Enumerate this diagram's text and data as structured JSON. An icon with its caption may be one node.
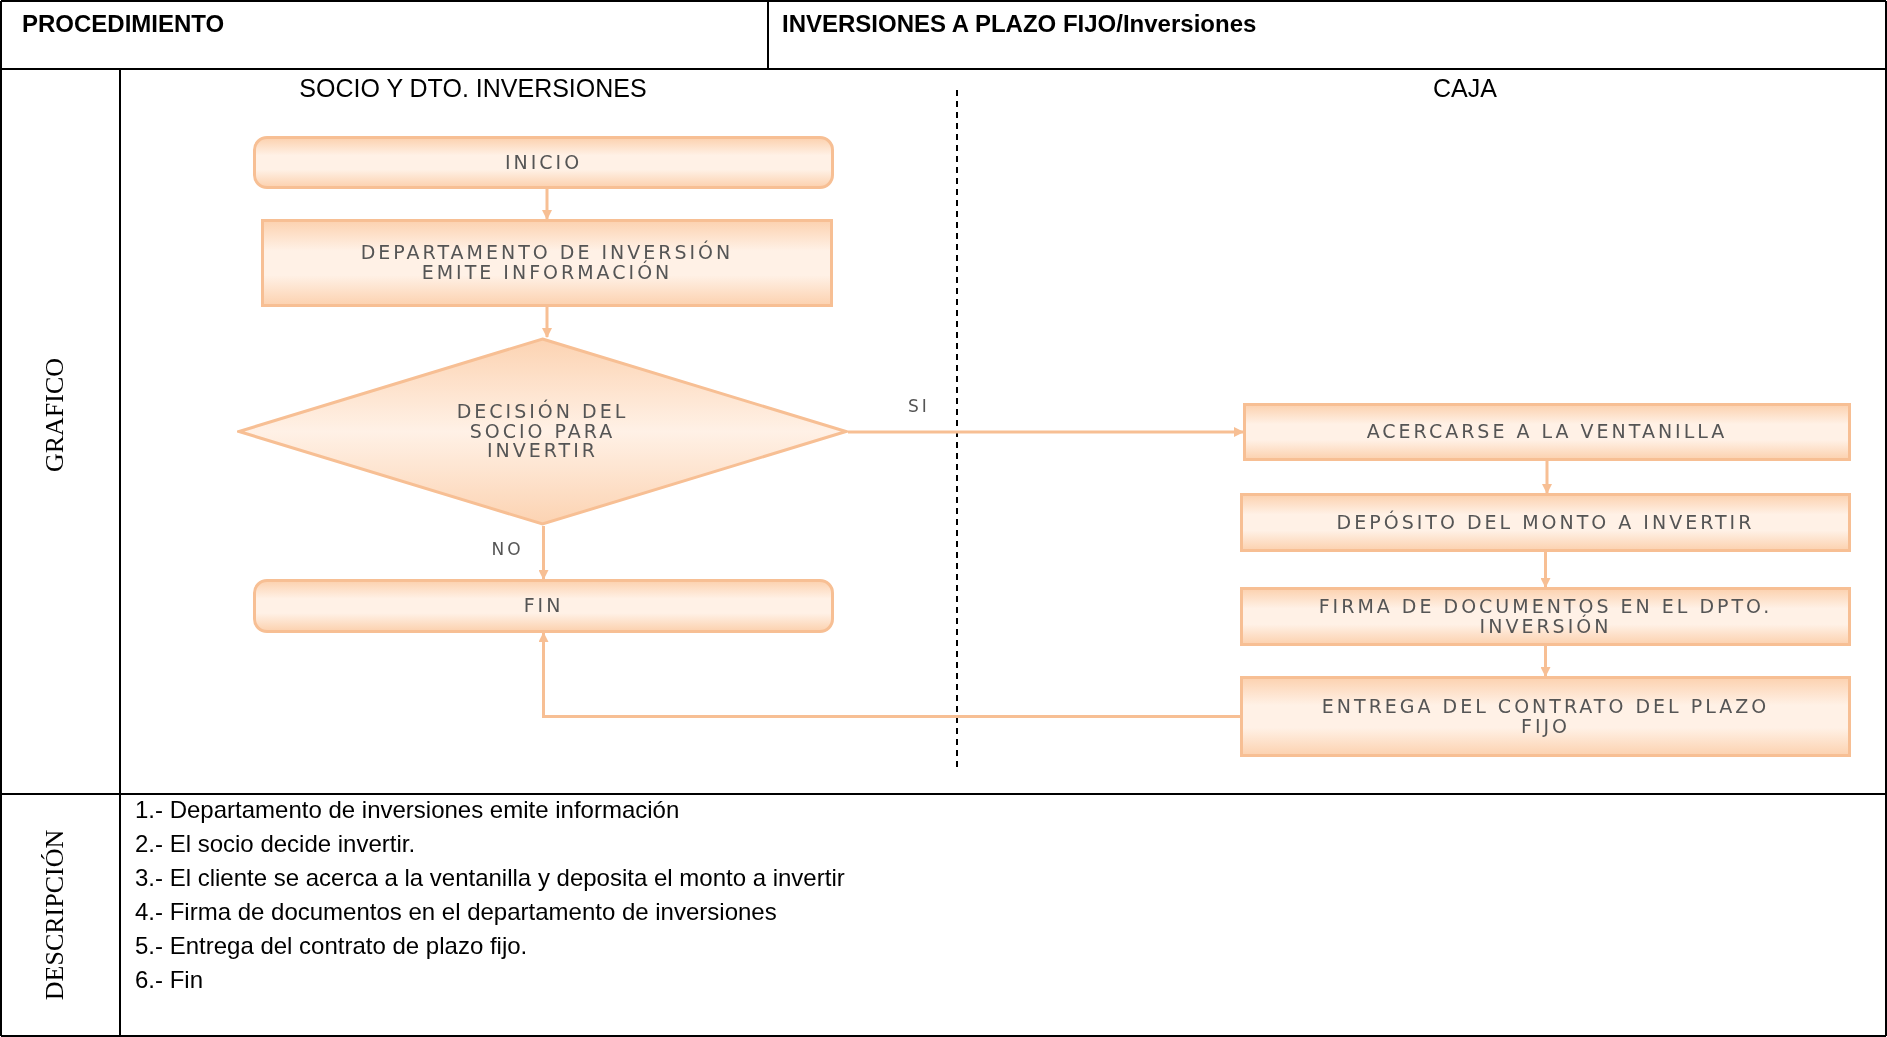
{
  "diagram": {
    "nodes": [
      {
        "text": [
          "INICIO"
        ]
      },
      {
        "text": [
          "DEPARTAMENTO DE INVERSIÓN EMITE INFORMACIÓN"
        ]
      },
      {
        "text": [
          "DECISIÓN DEL SOCIO PARA INVERTIR"
        ]
      },
      {
        "text": [
          "FIN"
        ]
      },
      {
        "text": [
          "ACERCARSE A LA VENTANILLA"
        ]
      },
      {
        "text": [
          "DEPÓSITO DEL MONTO A INVERTIR"
        ]
      },
      {
        "text": [
          "FIRMA DE DOCUMENTOS EN EL DPTO. INVERSIÓN"
        ]
      },
      {
        "text": [
          "ENTREGA DEL CONTRATO DEL PLAZO FIJO"
        ]
      }
    ],
    "edges": [
      {
        "from": 0,
        "to": 1,
        "arrow": "to"
      },
      {
        "from": 1,
        "to": 2,
        "arrow": "to"
      },
      {
        "from": 2,
        "to": 4,
        "arrow": "to",
        "label": "SI"
      },
      {
        "from": 2,
        "to": 3,
        "arrow": "to",
        "label": "NO"
      },
      {
        "from": 4,
        "to": 5,
        "arrow": "to"
      },
      {
        "from": 5,
        "to": 6,
        "arrow": "to"
      },
      {
        "from": 6,
        "to": 7,
        "arrow": "to"
      },
      {
        "from": 7,
        "to": 3,
        "arrow": "to"
      }
    ],
    "labels": [
      "PROCEDIMIENTO",
      "INVERSIONES A PLAZO FIJO/Inversiones",
      "GRAFICO",
      "SOCIO Y DTO. INVERSIONES",
      "CAJA",
      "DESCRIPCIÓN",
      "1.- Departamento de inversiones emite información",
      "2.- El socio decide invertir.",
      "3.- El cliente se acerca a la ventanilla y deposita el monto a invertir",
      "4.- Firma de documentos en el departamento de inversiones",
      "5.- Entrega del contrato de plazo fijo.",
      "6.- Fin"
    ]
  }
}
